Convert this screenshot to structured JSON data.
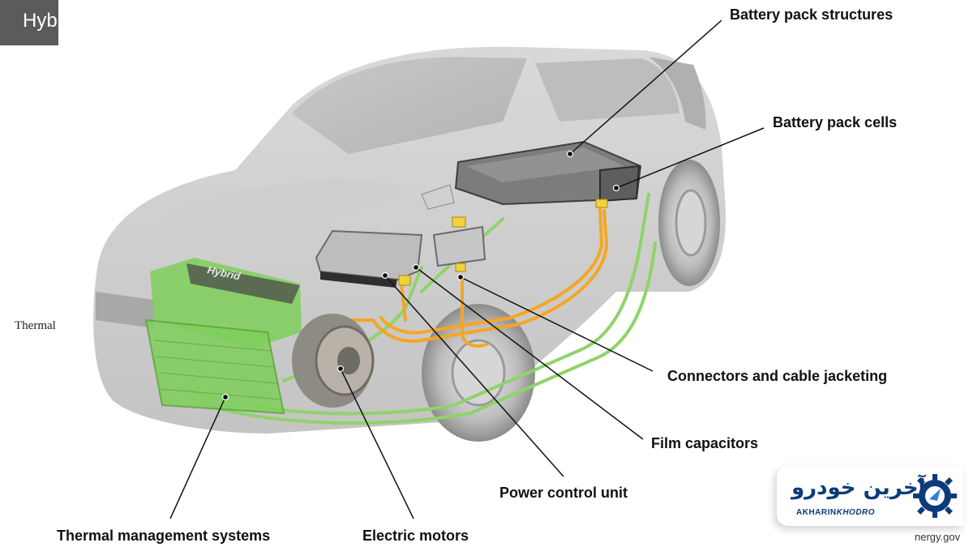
{
  "header": {
    "title_fragment": "Hyb"
  },
  "left_snippet": "Thermal",
  "labels": {
    "battery_pack_structures": "Battery pack structures",
    "battery_pack_cells": "Battery pack cells",
    "connectors_cable_jacketing": "Connectors and cable jacketing",
    "film_capacitors": "Film capacitors",
    "power_control_unit": "Power control unit",
    "thermal_management_systems": "Thermal management systems",
    "electric_motors": "Electric motors"
  },
  "engine_cover_text": "Hybrid",
  "logo": {
    "persian_text": "آخرین خودرو",
    "brand_prefix": "AKHARIN",
    "brand_suffix": "KHODRO"
  },
  "source_fragment": "nergy.gov",
  "colors": {
    "coolant_lines": "#8fd36a",
    "cable_lines": "#f5a623",
    "thermal_highlight": "#7fcf5b",
    "logo_blue": "#0c3b7a"
  }
}
